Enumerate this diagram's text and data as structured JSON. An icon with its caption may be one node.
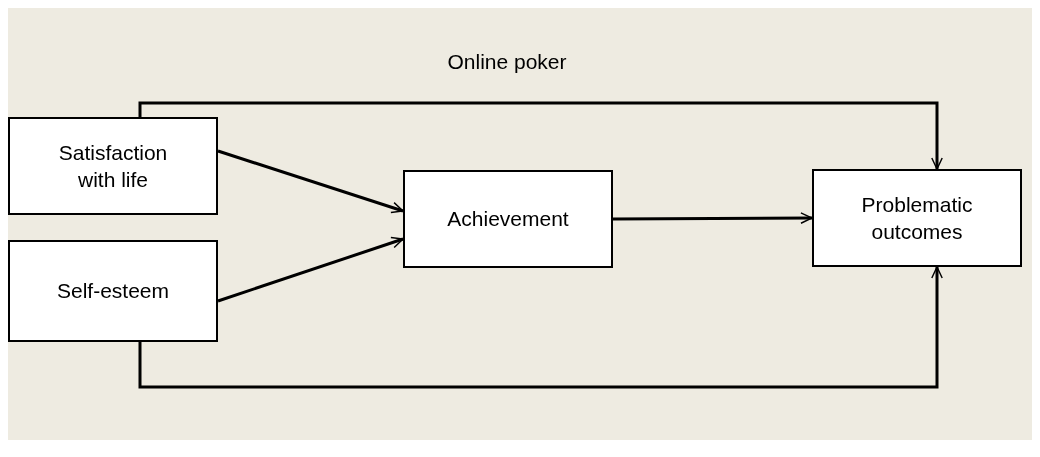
{
  "diagram": {
    "title": "Online poker",
    "nodes": [
      {
        "text": [
          "Satisfaction with life"
        ]
      },
      {
        "text": [
          "Self-esteem"
        ]
      },
      {
        "text": [
          "Achievement"
        ]
      },
      {
        "text": [
          "Problematic outcomes"
        ]
      }
    ],
    "edges": [
      {
        "from": 0,
        "to": 2,
        "arrow": "to"
      },
      {
        "from": 1,
        "to": 2,
        "arrow": "to"
      },
      {
        "from": 2,
        "to": 3,
        "arrow": "to"
      },
      {
        "from": 0,
        "to": 3,
        "arrow": "to"
      },
      {
        "from": 1,
        "to": 3,
        "arrow": "to"
      }
    ]
  }
}
